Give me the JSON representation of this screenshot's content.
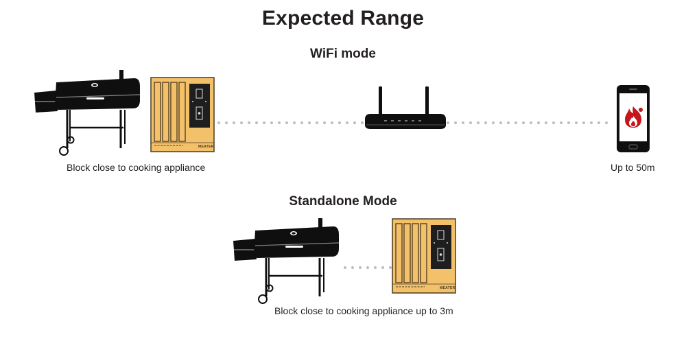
{
  "title": "Expected Range",
  "wifi_mode": {
    "heading": "WiFi mode",
    "block_caption": "Block close to cooking appliance",
    "phone_caption": "Up to 50m"
  },
  "standalone_mode": {
    "heading": "Standalone Mode",
    "block_caption": "Block close to cooking appliance up to 3m"
  },
  "block_brand": "MEATER",
  "colors": {
    "block_wood": "#f4c16b",
    "block_outline": "#4a3a20",
    "block_panel": "#1e1e1e",
    "device_black": "#0f0f0f",
    "dots": "#bdbdbd",
    "app_red": "#c4161c"
  },
  "icons": [
    "smoker-grill-icon",
    "meater-block-icon",
    "wifi-router-icon",
    "smartphone-icon",
    "meater-app-flame-icon"
  ]
}
